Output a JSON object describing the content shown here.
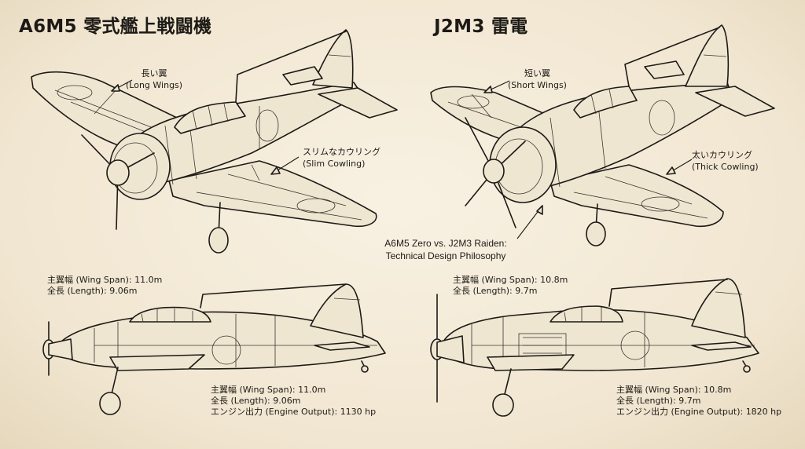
{
  "titles": {
    "left": "A6M5 零式艦上戦闘機",
    "right": "J2M3 雷電"
  },
  "callouts": {
    "long_wings": {
      "jp": "長い翼",
      "en": "(Long Wings)"
    },
    "slim_cowling": {
      "jp": "スリムなカウリング",
      "en": "(Slim Cowling)"
    },
    "short_wings": {
      "jp": "短い翼",
      "en": "(Short Wings)"
    },
    "thick_cowling": {
      "jp": "太いカウリング",
      "en": "(Thick Cowling)"
    }
  },
  "caption": {
    "line1": "A6M5 Zero vs. J2M3 Raiden:",
    "line2": "Technical Design Philosophy"
  },
  "specs_top": {
    "zero": {
      "span": "主翼幅 (Wing Span): 11.0m",
      "length": "全長 (Length): 9.06m"
    },
    "raiden": {
      "span": "主翼幅 (Wing Span): 10.8m",
      "length": "全長 (Length): 9.7m"
    }
  },
  "specs_bottom": {
    "zero": {
      "span": "主翼幅 (Wing Span): 11.0m",
      "length": "全長 (Length): 9.06m",
      "engine": "エンジン出力 (Engine Output): 1130 hp"
    },
    "raiden": {
      "span": "主翼幅 (Wing Span): 10.8m",
      "length": "全長 (Length): 9.7m",
      "engine": "エンジン出力 (Engine Output): 1820 hp"
    }
  }
}
